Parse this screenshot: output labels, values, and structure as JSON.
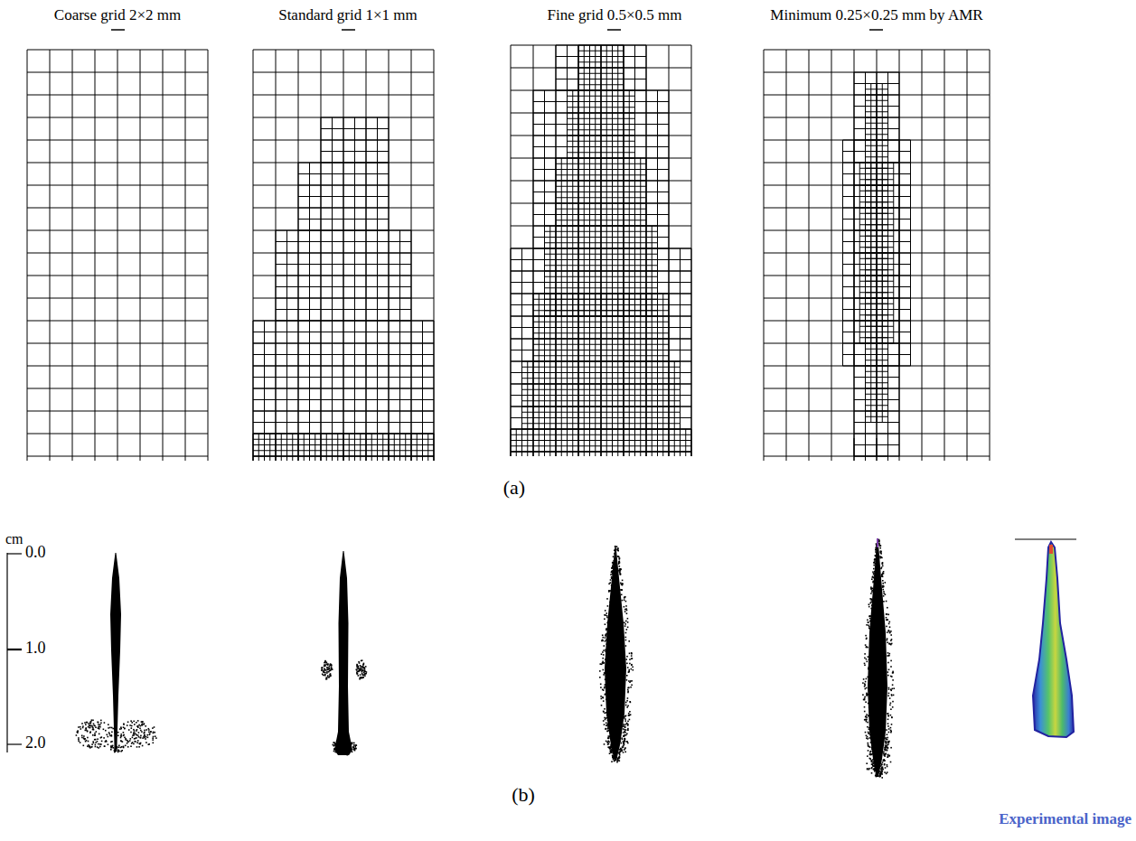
{
  "diagram": {
    "labels": [
      "Coarse grid 2×2 mm",
      "Standard grid 1×1 mm",
      "Fine grid 0.5×0.5 mm",
      "Minimum 0.25×0.25 mm by AMR",
      "(a)",
      "cm",
      "0.0",
      "1.0",
      "2.0",
      "Experimental image",
      "(b)"
    ]
  }
}
